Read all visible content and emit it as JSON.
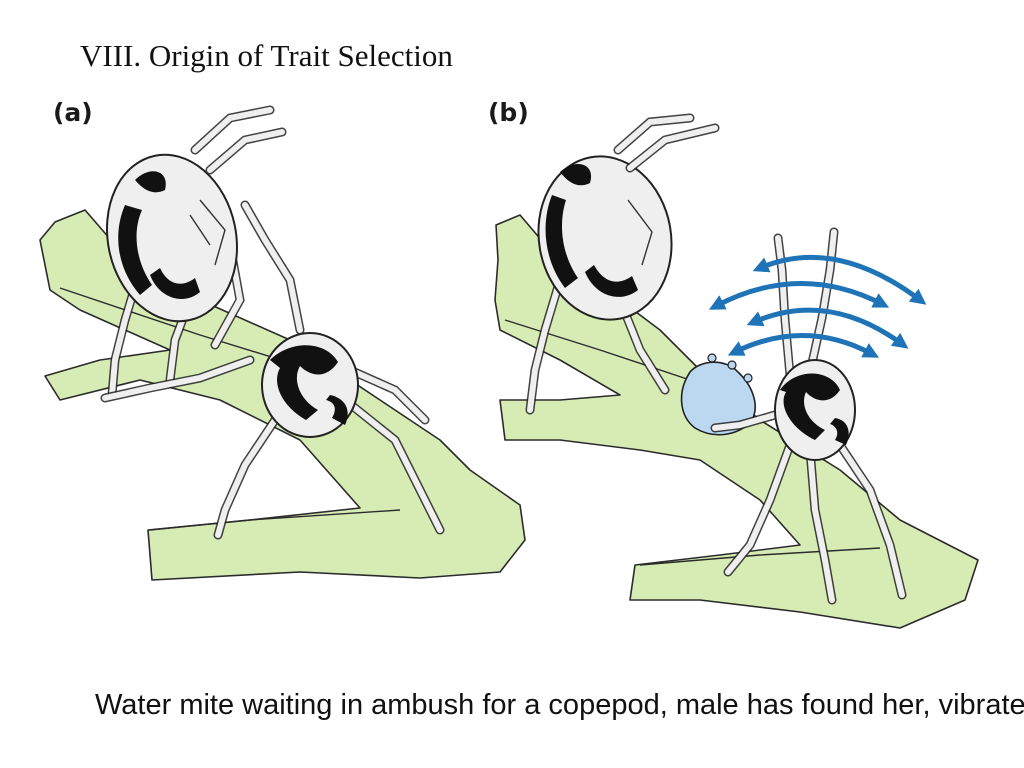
{
  "slide": {
    "title": "VIII. Origin of Trait Selection",
    "caption": "Water mite waiting in ambush for a copepod, male has found her, vibrates forelegs"
  },
  "panels": [
    {
      "label": "(a)"
    },
    {
      "label": "(b)"
    }
  ],
  "colors": {
    "plant": "#d6ecb4",
    "mite_body": "#efefef",
    "mite_pattern": "#111111",
    "water_blob": "#bcd8f0",
    "vibration_arrows": "#1f73b7",
    "outline": "#222222"
  }
}
